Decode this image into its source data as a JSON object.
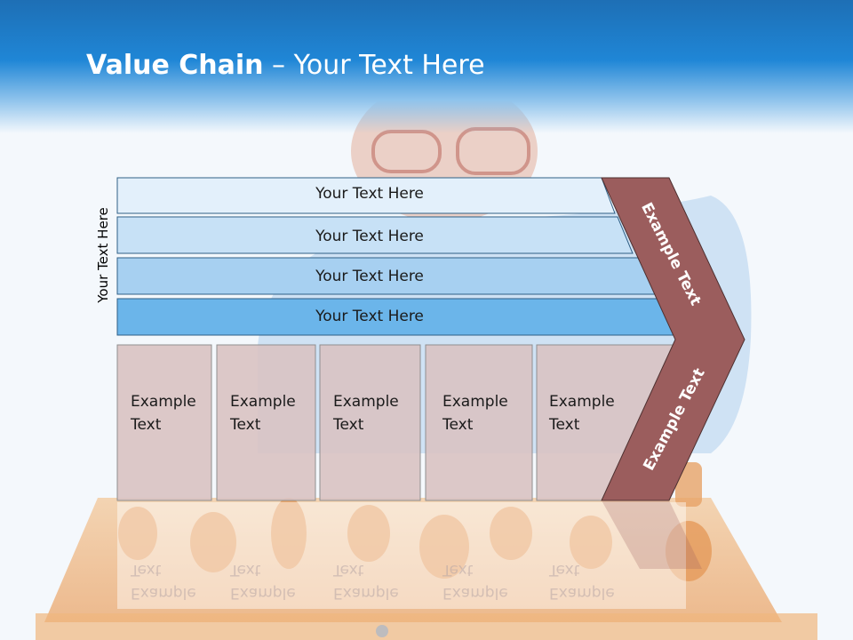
{
  "title": {
    "bold": "Value Chain",
    "rest": " – Your Text Here"
  },
  "vertical_label": "Your Text Here",
  "rows": [
    {
      "label": "Your Text Here",
      "color": "#e3f0fb"
    },
    {
      "label": "Your Text Here",
      "color": "#c7e1f6"
    },
    {
      "label": "Your Text Here",
      "color": "#a7d0f1"
    },
    {
      "label": "Your Text Here",
      "color": "#6bb5ea"
    }
  ],
  "boxes": [
    {
      "line1": "Example",
      "line2": "Text"
    },
    {
      "line1": "Example",
      "line2": "Text"
    },
    {
      "line1": "Example",
      "line2": "Text"
    },
    {
      "line1": "Example",
      "line2": "Text"
    },
    {
      "line1": "Example",
      "line2": "Text"
    }
  ],
  "chevron": {
    "upper_label": "Example Text",
    "lower_label": "Example Text",
    "color": "#9b5d5d"
  },
  "colors": {
    "header": "#1f86d6",
    "box_fill": "#d9c3c3",
    "row_stroke": "#2f5f86"
  }
}
